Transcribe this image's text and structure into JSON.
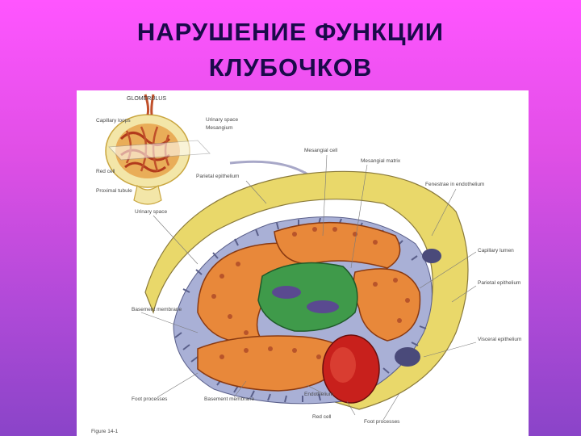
{
  "slide": {
    "title_line1": "НАРУШЕНИЕ ФУНКЦИИ",
    "title_line2": "КЛУБОЧКОВ"
  },
  "figure": {
    "inset_title": "GLOMERULUS",
    "labels": {
      "capillary_loops": "Capillary loops",
      "urinary_space_inset": "Urinary space",
      "mesangium": "Mesangium",
      "red_cell_inset": "Red cell",
      "proximal_tubule": "Proximal tubule",
      "mesangial_cell": "Mesangial cell",
      "mesangial_matrix": "Mesangial matrix",
      "parietal_epithelium_top": "Parietal epithelium",
      "fenestrae": "Fenestrae in endothelium",
      "urinary_space": "Urinary space",
      "capillary_lumen": "Capillary lumen",
      "parietal_epithelium_right": "Parietal epithelium",
      "basement_membrane_left": "Basement membrane",
      "visceral_epithelium": "Visceral epithelium",
      "foot_processes_left": "Foot processes",
      "basement_membrane_bottom": "Basement membrane",
      "endothelium": "Endothelium",
      "red_cell": "Red cell",
      "foot_processes_bottom": "Foot processes",
      "figure_caption": "Figure 14-1"
    },
    "colors": {
      "outer_capsule": "#e9d86a",
      "capillary_wall": "#e8883a",
      "mesangium": "#3f9a4a",
      "podocyte": "#9aa3cc",
      "red_cell": "#c8201c",
      "nucleus": "#6b5aa0"
    }
  }
}
